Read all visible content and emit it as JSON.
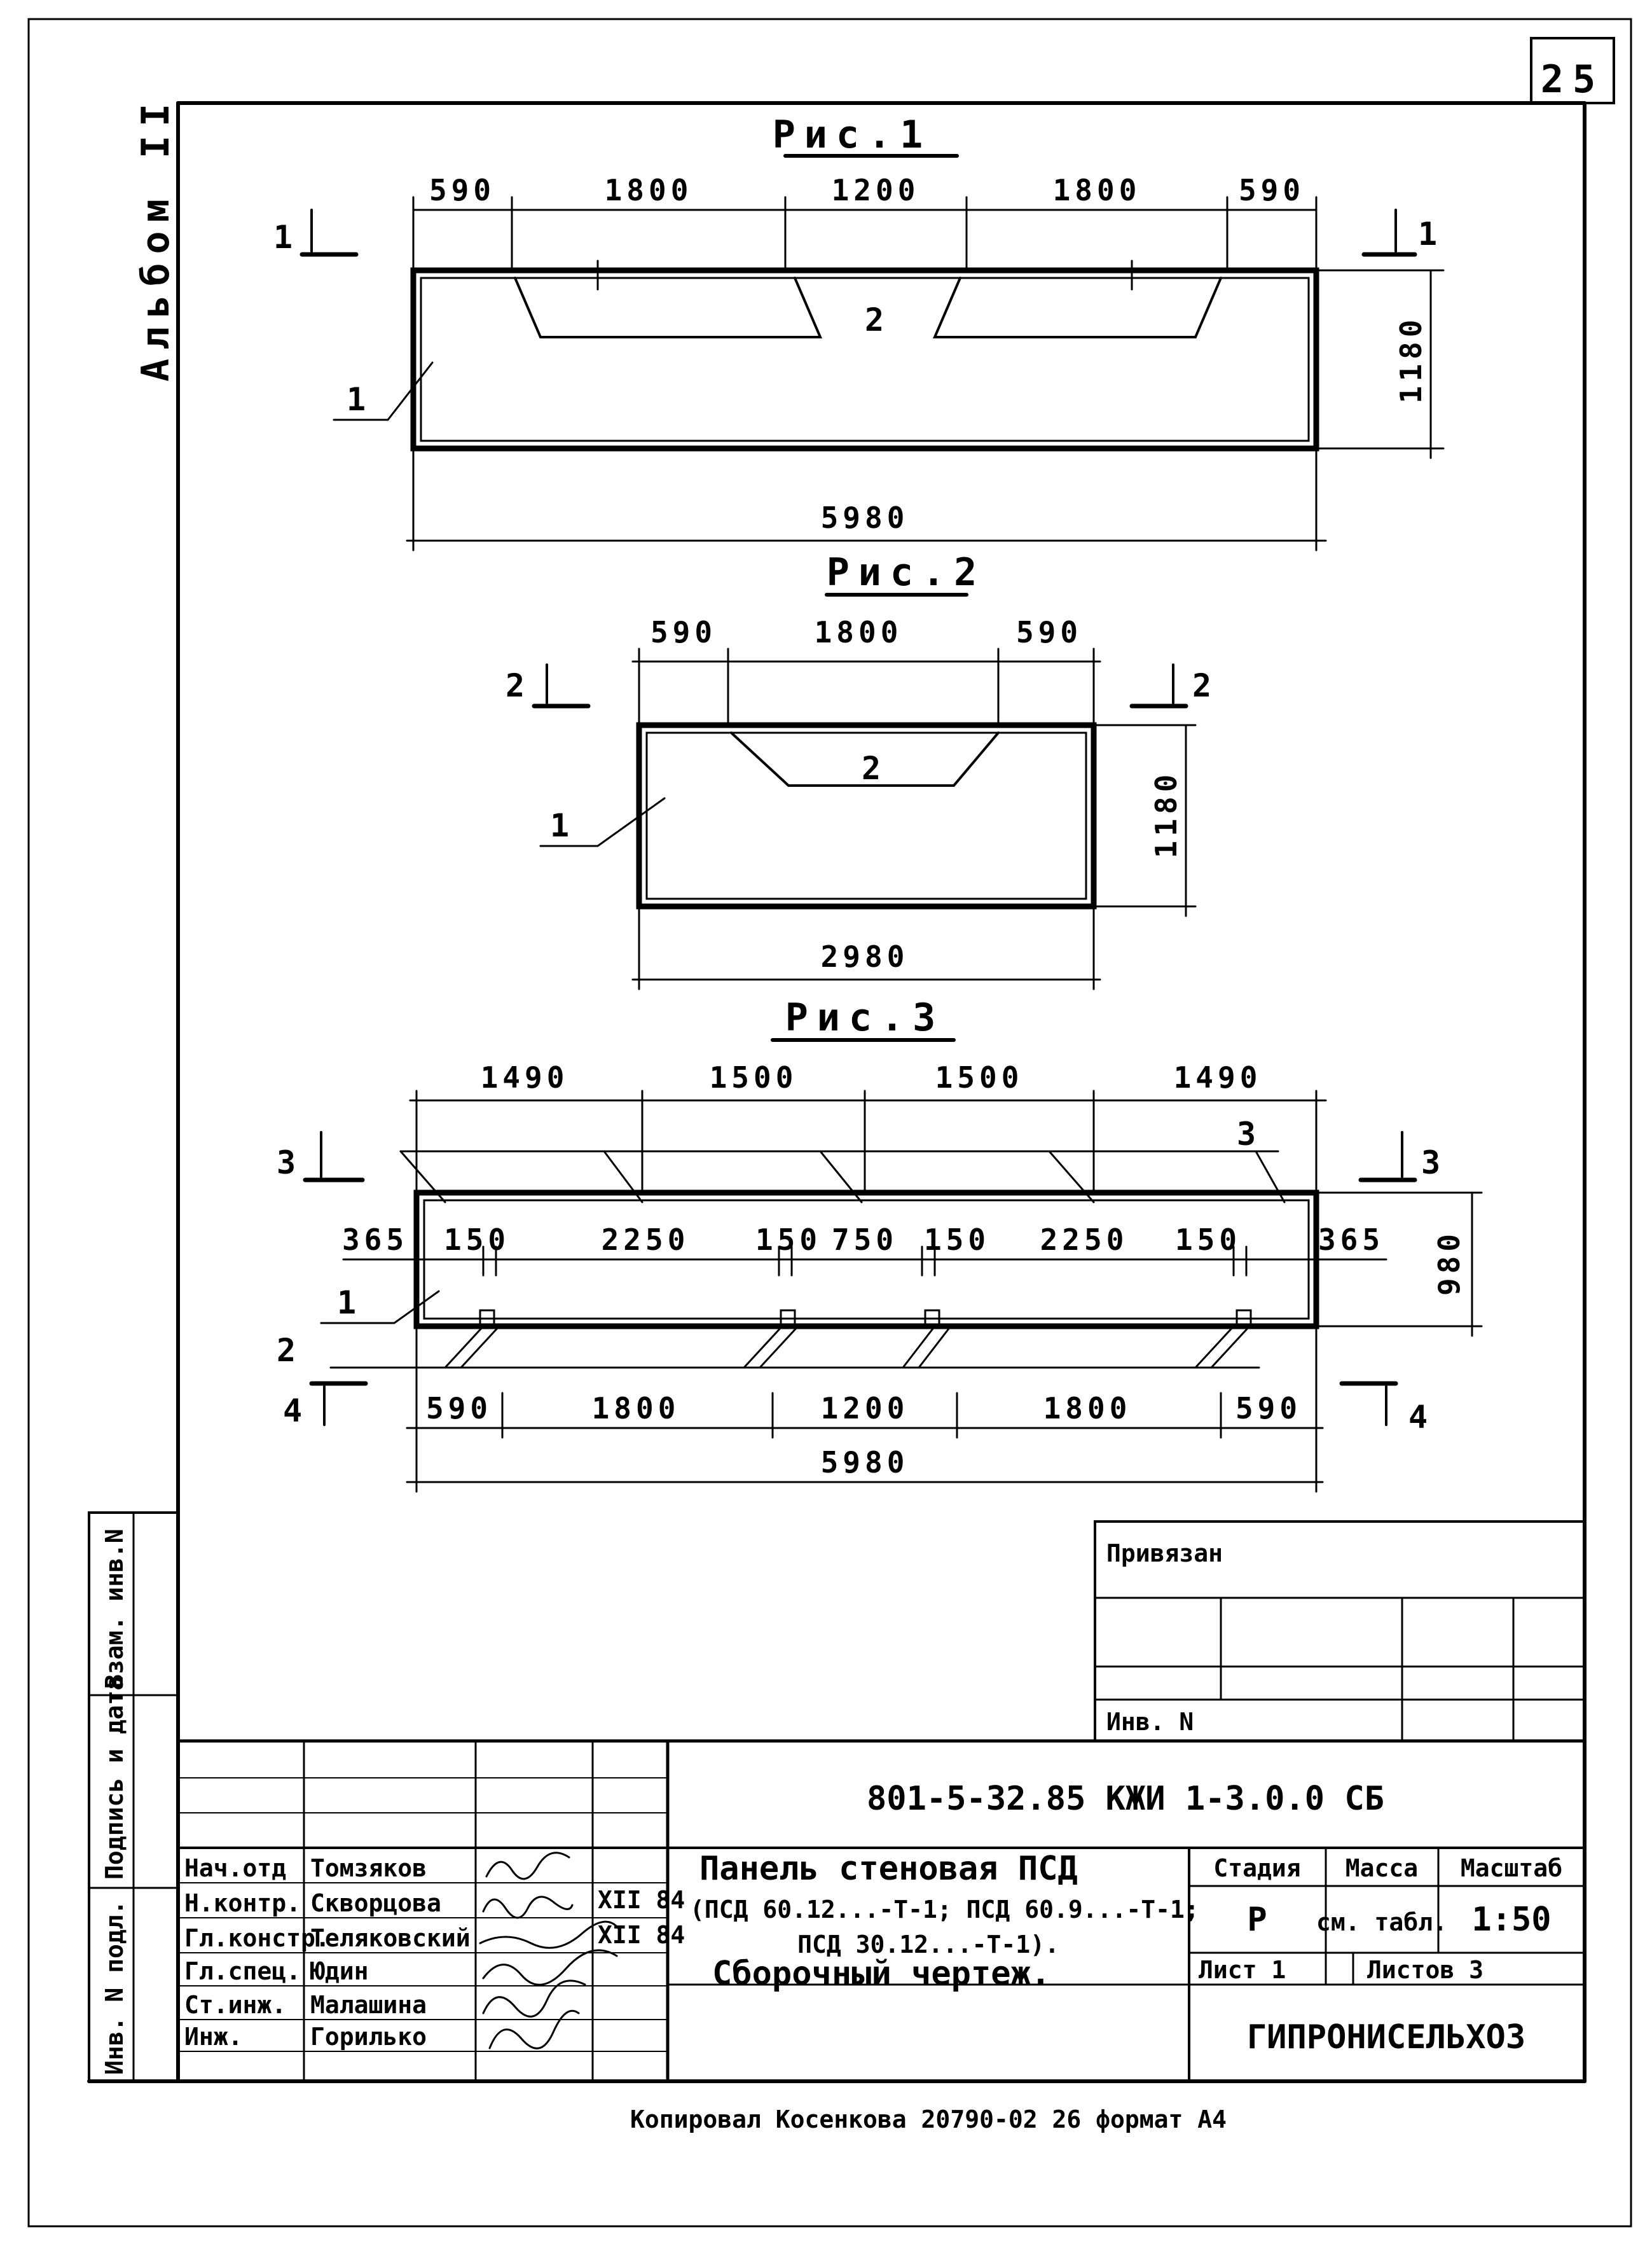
{
  "sheet": {
    "page_number": "25",
    "album": "Альбом II",
    "footer": "Копировал Косенкова 20790-02 26 формат А4"
  },
  "figures": {
    "fig1": {
      "title": "Рис.1",
      "top_dims": [
        "590",
        "1800",
        "1200",
        "1800",
        "590"
      ],
      "height_dim": "1180",
      "total_dim": "5980",
      "section_label": "1",
      "item_labels": [
        "1",
        "2"
      ]
    },
    "fig2": {
      "title": "Рис.2",
      "top_dims": [
        "590",
        "1800",
        "590"
      ],
      "height_dim": "1180",
      "total_dim": "2980",
      "section_label": "2",
      "item_labels": [
        "1",
        "2"
      ]
    },
    "fig3": {
      "title": "Рис.3",
      "top_dims": [
        "1490",
        "1500",
        "1500",
        "1490"
      ],
      "mid_dims": [
        "365",
        "150",
        "2250",
        "150",
        "750",
        "150",
        "2250",
        "150",
        "365"
      ],
      "height_dim": "980",
      "bottom_dims": [
        "590",
        "1800",
        "1200",
        "1800",
        "590"
      ],
      "total_dim": "5980",
      "section_top": "3",
      "section_bottom": "4",
      "item_labels": [
        "1",
        "2",
        "3"
      ]
    }
  },
  "side_stamp": {
    "cells": [
      "Взам. инв.N",
      "Подпись и дата",
      "Инв. N подл."
    ]
  },
  "binding_box": {
    "title": "Привязан",
    "inv": "Инв. N"
  },
  "title_block": {
    "code": "801-5-32.85 КЖИ 1-3.0.0 СБ",
    "roles": [
      "Нач.отд",
      "Н.контр.",
      "Гл.констр.",
      "Гл.спец.",
      "Ст.инж.",
      "Инж."
    ],
    "names": [
      "Томзяков",
      "Скворцова",
      "Теляковский",
      "Юдин",
      "Малашина",
      "Горилько"
    ],
    "dates": [
      "",
      "XII 84",
      "XII 84",
      "",
      "",
      ""
    ],
    "name_line1": "Панель стеновая ПСД",
    "name_line2": "(ПСД 60.12...-Т-1; ПСД 60.9...-Т-1;",
    "name_line3": "ПСД 30.12...-Т-1).",
    "name_line4": "Сборочный чертеж.",
    "stage_label": "Стадия",
    "mass_label": "Масса",
    "scale_label": "Масштаб",
    "stage": "Р",
    "mass": "см. табл.",
    "scale": "1:50",
    "sheet": "Лист 1",
    "sheets": "Листов 3",
    "org": "ГИПРОНИСЕЛЬХОЗ"
  }
}
